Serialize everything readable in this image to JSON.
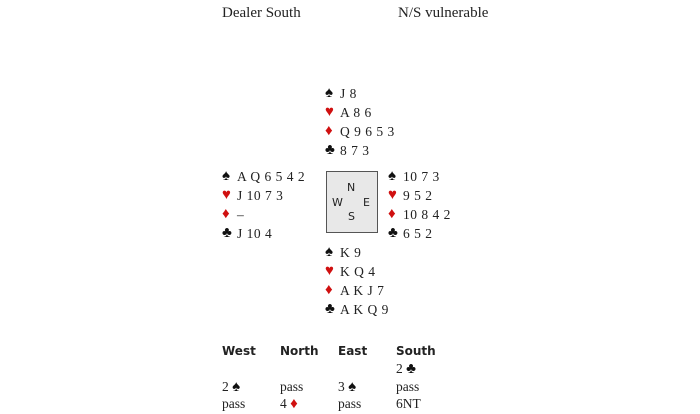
{
  "header": {
    "dealer": "Dealer South",
    "vulnerability": "N/S vulnerable"
  },
  "colors": {
    "red_suit": "#d01010",
    "black_suit": "#111111",
    "compass_bg": "#e8e8e8"
  },
  "suit_symbols": {
    "spades": "♠",
    "hearts": "♥",
    "diamonds": "♦",
    "clubs": "♣"
  },
  "hands": {
    "north": {
      "spades": "J 8",
      "hearts": "A 8 6",
      "diamonds": "Q 9 6 5 3",
      "clubs": "8 7 3"
    },
    "west": {
      "spades": "A Q 6 5 4 2",
      "hearts": "J 10 7 3",
      "diamonds": "–",
      "clubs": "J 10 4"
    },
    "east": {
      "spades": "10 7 3",
      "hearts": "9 5 2",
      "diamonds": "10 8 4 2",
      "clubs": "6 5 2"
    },
    "south": {
      "spades": "K 9",
      "hearts": "K Q 4",
      "diamonds": "A K J 7",
      "clubs": "A K Q 9"
    }
  },
  "compass": {
    "n": "N",
    "w": "W",
    "e": "E",
    "s": "S"
  },
  "auction": {
    "headers": [
      "West",
      "North",
      "East",
      "South"
    ],
    "rows": [
      [
        {
          "text": "",
          "suit": ""
        },
        {
          "text": "",
          "suit": ""
        },
        {
          "text": "",
          "suit": ""
        },
        {
          "text": "2 ",
          "suit": "♣"
        }
      ],
      [
        {
          "text": "2 ",
          "suit": "♠"
        },
        {
          "text": "pass",
          "suit": ""
        },
        {
          "text": "3 ",
          "suit": "♠"
        },
        {
          "text": "pass",
          "suit": ""
        }
      ],
      [
        {
          "text": "pass",
          "suit": ""
        },
        {
          "text": "4 ",
          "suit": "♦"
        },
        {
          "text": "pass",
          "suit": ""
        },
        {
          "text": "6NT",
          "suit": ""
        }
      ]
    ]
  }
}
